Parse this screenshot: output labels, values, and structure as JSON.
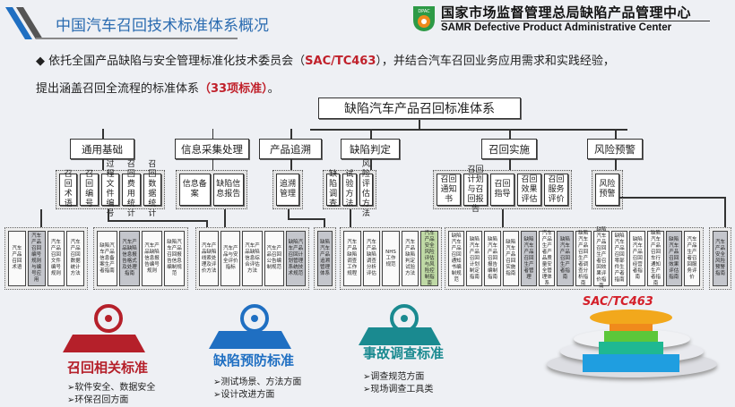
{
  "header": {
    "title": "中国汽车召回技术标准体系概况",
    "org_cn": "国家市场监督管理总局缺陷产品管理中心",
    "org_en": "SAMR Defective Product Administrative Center",
    "logo_text": "DPAC"
  },
  "intro": {
    "line1_a": "◆ 依托全国产品缺陷与安全管理标准化技术委员会（",
    "committee": "SAC/TC463",
    "line1_b": "），并结合汽车召回业务应用需求和实践经验，",
    "line2_a": "提出涵盖召回全流程的标准体系",
    "count": "（33项标准）",
    "line2_b": "。"
  },
  "tree": {
    "root": "缺陷汽车产品召回标准体系",
    "categories": [
      {
        "label": "通用基础",
        "subs": [
          "召回术语",
          "召回编号",
          "过程文件编号",
          "召回费用统计",
          "召回数据统计"
        ]
      },
      {
        "label": "信息采集处理",
        "subs": [
          "信息备案",
          "缺陷信息报告"
        ]
      },
      {
        "label": "产品追溯",
        "subs": [
          "追溯管理"
        ]
      },
      {
        "label": "缺陷判定",
        "subs": [
          "缺陷调查",
          "试验方法",
          "风险评估方法"
        ]
      },
      {
        "label": "召回实施",
        "subs": [
          "召回通知书",
          "召回计划与召回报告",
          "召回指导",
          "召回效果评估",
          "召回服务评价"
        ]
      },
      {
        "label": "风险预警",
        "subs": [
          "风险预警"
        ]
      }
    ],
    "leaf_groups": [
      [
        {
          "t": "汽车产品召回术语"
        },
        {
          "t": "汽车产品召回编号规则与编号应用",
          "c": "gray"
        },
        {
          "t": "汽车产品召回文件编号规则"
        },
        {
          "t": "汽车产品召回数据统计方法"
        }
      ],
      [
        {
          "t": "缺陷汽车产品信息备案生产者指南"
        },
        {
          "t": "汽车产品缺陷信息报告格式及处理指南",
          "c": "gray"
        },
        {
          "t": "汽车产品缺陷信息报告编号规则"
        },
        {
          "t": "缺陷汽车产品召回报告信息编制规范"
        }
      ],
      [
        {
          "t": "汽车产品缺陷线索处理及评价方法"
        },
        {
          "t": "汽车产品与安全评价指标"
        },
        {
          "t": "汽车产品缺陷信息综合评估方法"
        },
        {
          "t": "汽车产品召回公告编制规范"
        },
        {
          "t": "缺陷汽车产品召回计划管理系统技术规范",
          "c": "gray"
        }
      ],
      [
        {
          "t": "缺陷汽车产品追溯管理体系",
          "c": "gray"
        }
      ],
      [
        {
          "t": "汽车产品缺陷调查工作规程"
        },
        {
          "t": "汽车产品缺陷调查分析评估"
        },
        {
          "t": "NHS工作规范"
        },
        {
          "t": "汽车产品缺陷判定试验方法"
        },
        {
          "t": "汽车产品安全风险评估与风险控制指南",
          "c": "green"
        }
      ],
      [
        {
          "t": "缺陷汽车产品召回通知书编制规范"
        },
        {
          "t": "缺陷汽车产品召回计划制定指南"
        },
        {
          "t": "缺陷汽车产品召回报告编制指南"
        },
        {
          "t": "缺陷汽车产品召回实施指南"
        },
        {
          "t": "缺陷汽车产品召回生产者管理",
          "c": "gray"
        },
        {
          "t": "汽车产品生产者产品质量安全管理体系"
        },
        {
          "t": "缺陷汽车产品召回生产者指南",
          "c": "gray"
        },
        {
          "t": "缺陷汽车产品召回生产者调查分析指南"
        },
        {
          "t": "缺陷汽车产品召回生产者召回效果评价指南"
        },
        {
          "t": "缺陷汽车产品召回零部件生产者指南"
        },
        {
          "t": "缺陷汽车产品召回经营者指南"
        },
        {
          "t": "缺陷汽车产品召回车行通知生产者指南"
        },
        {
          "t": "缺陷汽车产品召回效果评估指南",
          "c": "gray"
        },
        {
          "t": "汽车产品生产者召回服务评价"
        }
      ],
      [
        {
          "t": "汽车产品安全风险预警指南",
          "c": "gray"
        }
      ]
    ]
  },
  "sections": [
    {
      "title": "召回相关标准",
      "color": "#b5202a",
      "bullets": [
        "软件安全、数据安全",
        "环保召回方面"
      ]
    },
    {
      "title": "缺陷预防标准",
      "color": "#1f6fc2",
      "bullets": [
        "测试场景、方法方面",
        "设计改进方面"
      ]
    },
    {
      "title": "事故调查标准",
      "color": "#1a8a90",
      "bullets": [
        "调查规范方面",
        "现场调查工具类"
      ]
    }
  ],
  "pyramid": {
    "label": "SAC/TC463"
  }
}
